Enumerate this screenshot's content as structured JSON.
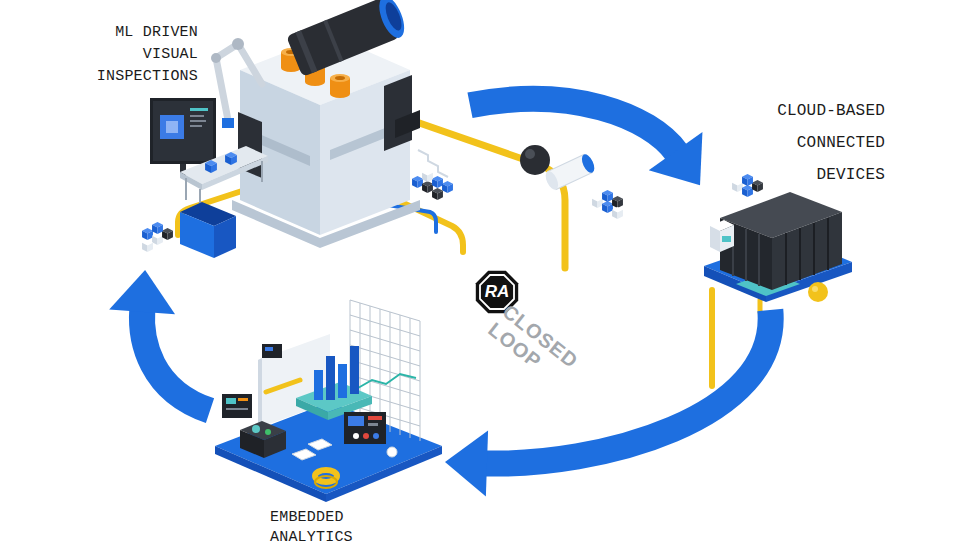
{
  "diagram": {
    "nodes": [
      {
        "text": [
          "ML DRIVEN VISUAL INSPECTIONS"
        ]
      },
      {
        "text": [
          "CLOUD-BASED CONNECTED DEVICES"
        ]
      },
      {
        "text": [
          "EMBEDDED ANALYTICS"
        ]
      }
    ],
    "edges": [
      {
        "from": 0,
        "to": 1,
        "arrow": "to"
      },
      {
        "from": 1,
        "to": 2,
        "arrow": "to"
      },
      {
        "from": 2,
        "to": 0,
        "arrow": "to"
      }
    ],
    "labels": [
      "RA",
      "CLOSED LOOP"
    ]
  }
}
